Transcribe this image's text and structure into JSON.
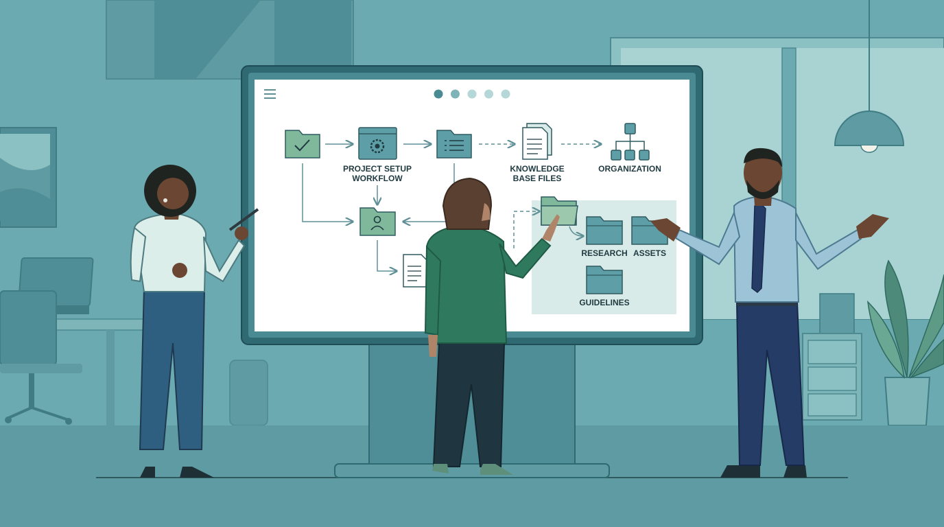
{
  "board": {
    "progress_dots": {
      "count": 5,
      "active_index": 0
    },
    "labels": {
      "project_setup_line1": "PROJECT SETUP",
      "project_setup_line2": "WORKFLOW",
      "knowledge_line1": "KNOWLEDGE",
      "knowledge_line2": "BASE FILES",
      "organization": "ORGANIZATION",
      "research": "RESEARCH",
      "assets": "ASSETS",
      "guidelines": "GUIDELINES"
    }
  },
  "colors": {
    "background": "#6aaab0",
    "wall_dark": "#5e9ba2",
    "board_frame": "#2f6a73",
    "screen": "#ffffff",
    "accent_green": "#7fb89a",
    "folder_teal": "#5e9fa7",
    "highlight": "#d9ebe8",
    "ink": "#1f3a40"
  },
  "icons": [
    "menu-icon",
    "folder-check-icon",
    "settings-window-icon",
    "folder-list-icon",
    "documents-icon",
    "org-chart-icon",
    "folder-user-icon",
    "document-icon",
    "folder-open-icon",
    "folder-icon",
    "pendant-lamp-icon",
    "plant-icon"
  ]
}
